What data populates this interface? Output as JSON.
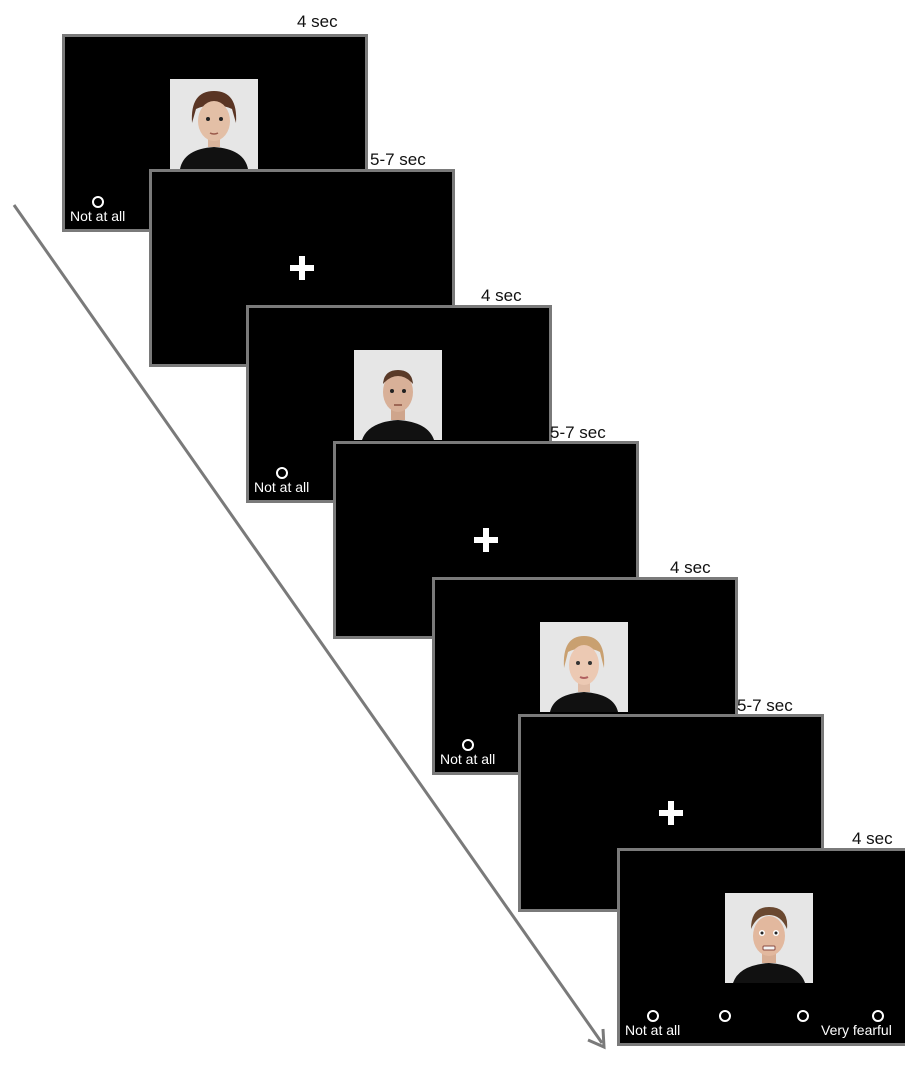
{
  "trials": [
    {
      "face": {
        "duration": "4 sec",
        "scale_min": "Not at all"
      },
      "fixation": {
        "duration": "5-7 sec"
      }
    },
    {
      "face": {
        "duration": "4 sec",
        "scale_min": "Not at all"
      },
      "fixation": {
        "duration": "5-7 sec"
      }
    },
    {
      "face": {
        "duration": "4 sec",
        "scale_min": "Not at all"
      },
      "fixation": {
        "duration": "5-7 sec"
      }
    },
    {
      "face": {
        "duration": "4 sec",
        "scale_min": "Not at all",
        "scale_max": "Very fearful"
      }
    }
  ],
  "colors": {
    "screen": "#000000",
    "border": "#7a7a7a",
    "arrow": "#7a7a7a"
  }
}
